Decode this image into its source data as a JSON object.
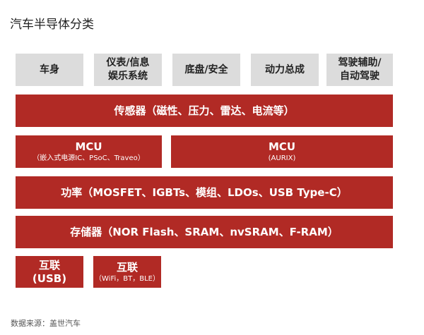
{
  "title": "汽车半导体分类",
  "applications": [
    "车身",
    "仪表/信息娱乐系统",
    "底盘/安全",
    "动力总成",
    "驾驶辅助/自动驾驶"
  ],
  "app_lines": [
    [
      "车身"
    ],
    [
      "仪表/信息",
      "娱乐系统"
    ],
    [
      "底盘/安全"
    ],
    [
      "动力总成"
    ],
    [
      "驾驶辅助/",
      "自动驾驶"
    ]
  ],
  "sensor": "传感器（磁性、压力、雷达、电流等）",
  "mcu_left": {
    "label": "MCU",
    "sub": "（嵌入式电源IC、PSoC、Traveo）"
  },
  "mcu_right": {
    "label": "MCU",
    "sub": "(AURIX)"
  },
  "power": "功率（MOSFET、IGBTs、模组、LDOs、USB Type-C）",
  "memory": "存储器（NOR Flash、SRAM、nvSRAM、F-RAM）",
  "interconnect_usb": {
    "label": "互联",
    "sub": "(USB)"
  },
  "interconnect_wireless": {
    "label": "互联",
    "sub": "（WiFi，BT，BLE）"
  },
  "source": "数据来源：盖世汽车",
  "colors": {
    "red": "#b12a25",
    "gray": "#dcdcdc"
  }
}
